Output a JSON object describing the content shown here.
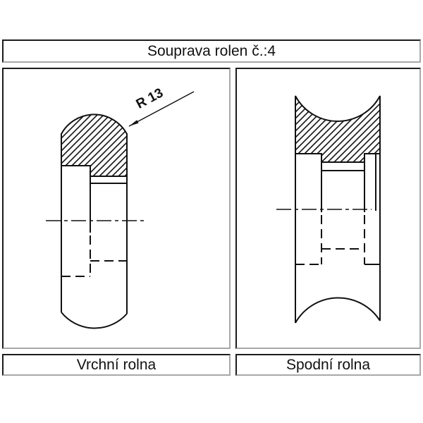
{
  "sheet": {
    "title": "Souprava rolen č.:4",
    "left_panel": {
      "label": "Vrchní rolna",
      "radius_annotation": "R 13"
    },
    "right_panel": {
      "label": "Spodní rolna"
    }
  },
  "colors": {
    "background": "#ffffff",
    "line": "#111111",
    "border_dark": "#1c1c1c",
    "border_light": "#a8a8a8"
  }
}
